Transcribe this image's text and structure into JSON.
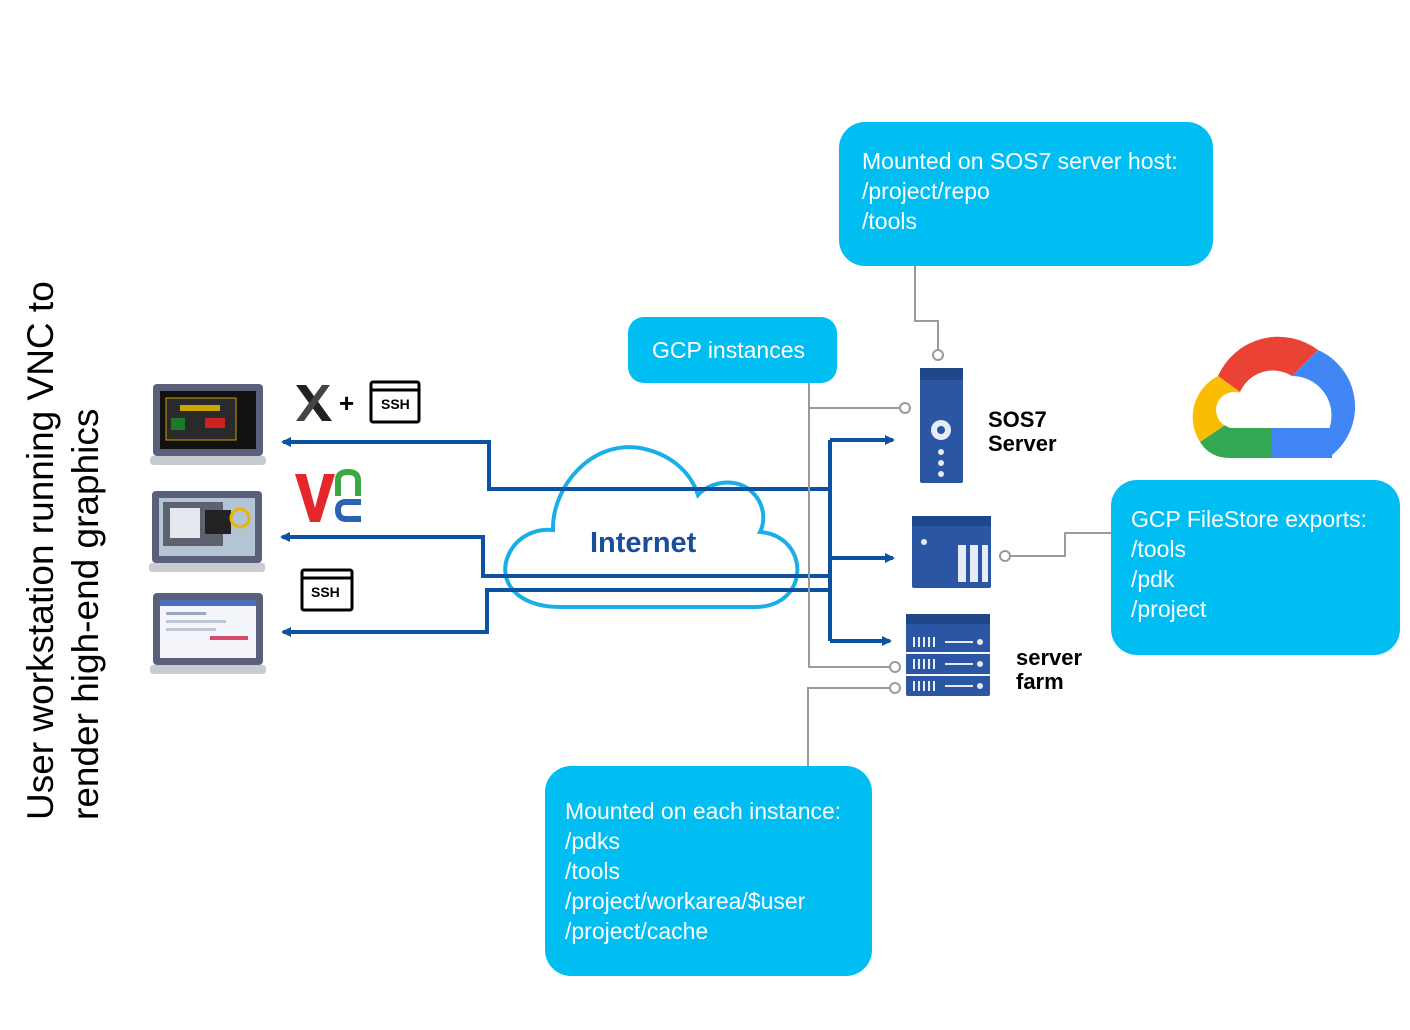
{
  "side_label": {
    "line1": "User workstation running VNC to",
    "line2": "render high-end graphics"
  },
  "boxes": {
    "sos7_mounts": {
      "lines": [
        "Mounted on SOS7 server host:",
        "/project/repo",
        "/tools"
      ]
    },
    "gcp_instances": {
      "label": "GCP instances"
    },
    "filestore": {
      "lines": [
        "GCP FileStore exports:",
        "/tools",
        "/pdk",
        "/project"
      ]
    },
    "instance_mounts": {
      "lines": [
        "Mounted on each instance:",
        "/pdks",
        "/tools",
        "/project/workarea/$user",
        "/project/cache"
      ]
    }
  },
  "servers": {
    "sos7": {
      "line1": "SOS7",
      "line2": "Server"
    },
    "farm": {
      "line1": "server",
      "line2": "farm"
    }
  },
  "network": {
    "label": "Internet"
  },
  "protocols": {
    "x_ssh": {
      "plus": "+",
      "ssh": "SSH"
    },
    "vnc": "VNC",
    "ssh": "SSH"
  },
  "colors": {
    "callout": "#00bef2",
    "arrow": "#0d52a0",
    "server": "#2a56a4",
    "cloud_outline": "#1aaee8",
    "connector": "#9a9a9a"
  },
  "icons": {
    "laptops": [
      "laptop-icon",
      "laptop-icon",
      "laptop-icon"
    ],
    "cloud": "cloud-icon",
    "gcp_logo": "google-cloud-logo"
  }
}
